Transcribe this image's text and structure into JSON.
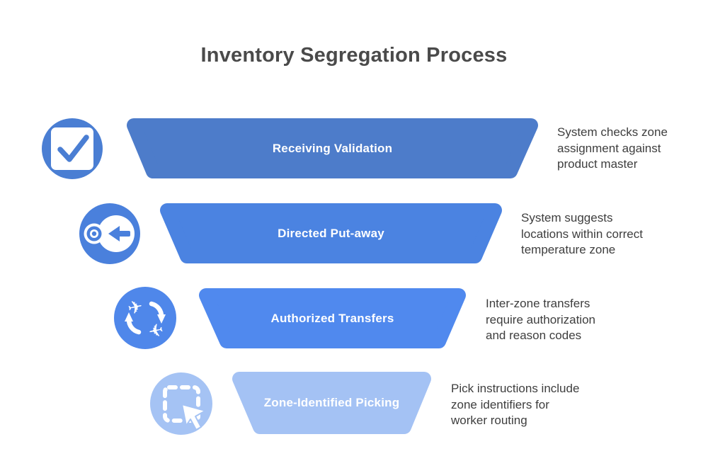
{
  "title": "Inventory Segregation Process",
  "colors": {
    "title_text": "#4a4a4a",
    "description_text": "#3e3e3e",
    "bar_label_text": "#ffffff",
    "background": "#ffffff"
  },
  "stages": [
    {
      "label": "Receiving Validation",
      "icon": "check-square-icon",
      "bar_color": "#4d7cca",
      "icon_color": "#4a7ed3",
      "desc_lines": [
        "System checks zone",
        "assignment against",
        "product master"
      ]
    },
    {
      "label": "Directed Put-away",
      "icon": "target-arrow-icon",
      "bar_color": "#4b83e1",
      "icon_color": "#4a80dc",
      "desc_lines": [
        "System suggests",
        "locations within correct",
        "temperature zone"
      ]
    },
    {
      "label": "Authorized Transfers",
      "icon": "transfer-cycle-icon",
      "bar_color": "#5089ee",
      "icon_color": "#4f87ea",
      "desc_lines": [
        "Inter-zone transfers",
        "require authorization",
        "and reason codes"
      ]
    },
    {
      "label": "Zone-Identified Picking",
      "icon": "marquee-select-icon",
      "bar_color": "#a4c2f4",
      "icon_color": "#a5c3f4",
      "desc_lines": [
        "Pick instructions include",
        "zone identifiers for",
        "worker routing"
      ]
    }
  ]
}
